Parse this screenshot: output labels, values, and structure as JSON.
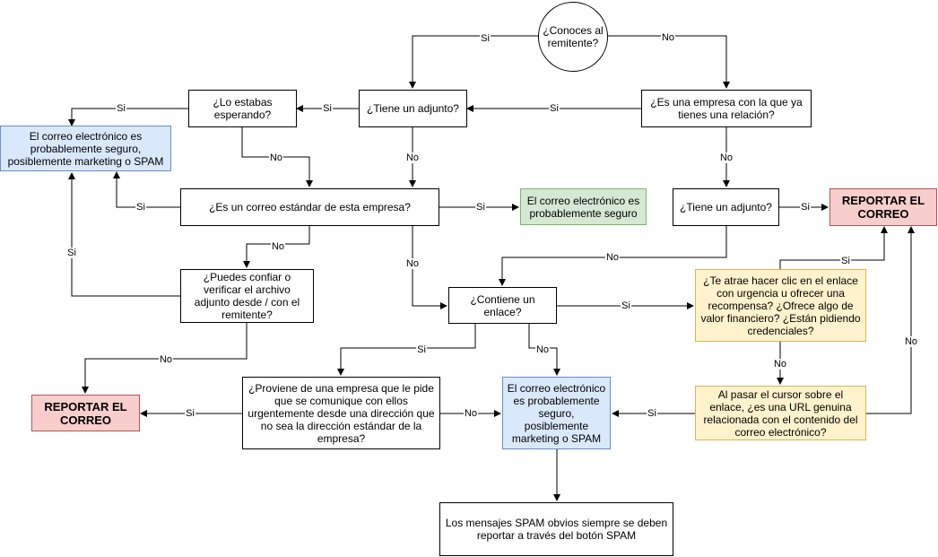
{
  "nodes": {
    "start": "¿Conoces al remitente?",
    "attach_known": "¿Tiene un adjunto?",
    "expecting": "¿Lo estabas esperando?",
    "safe_marketing_left": "El correo electrónico es probablemente seguro, posiblemente marketing o SPAM",
    "company_relation": "¿Es una empresa con la que ya tienes una relación?",
    "attach_company": "¿Tiene un adjunto?",
    "standard_email": "¿Es un correo estándar de esta empresa?",
    "safe_green": "El correo electrónico es probablemente seguro",
    "report_top": "REPORTAR EL CORREO",
    "verify_attachment": "¿Puedes confiar o verificar el archivo adjunto desde / con el remitente?",
    "contains_link": "¿Contiene un enlace?",
    "urgency": "¿Te atrae hacer clic en el enlace con urgencia u ofrecer una recompensa? ¿Ofrece algo de valor financiero? ¿Están pidiendo credenciales?",
    "report_left": "REPORTAR EL CORREO",
    "unusual_address": "¿Proviene de una empresa que le pide que se comunique con ellos urgentemente desde una dirección que no sea la dirección estándar de la empresa?",
    "safe_marketing_center": "El correo electrónico es probablemente seguro, posiblemente marketing o SPAM",
    "hover_link": "Al pasar el cursor sobre el enlace, ¿es una URL genuina relacionada con el contenido del correo electrónico?",
    "spam_note": "Los mensajes SPAM obvios siempre se deben reportar a través del botón SPAM"
  },
  "edge_labels": {
    "yes": "Si",
    "no": "No"
  },
  "colors": {
    "blue_fill": "#dae8fc",
    "green_fill": "#d5e8d4",
    "red_fill": "#f8cecc",
    "yellow_fill": "#fff2cc"
  }
}
